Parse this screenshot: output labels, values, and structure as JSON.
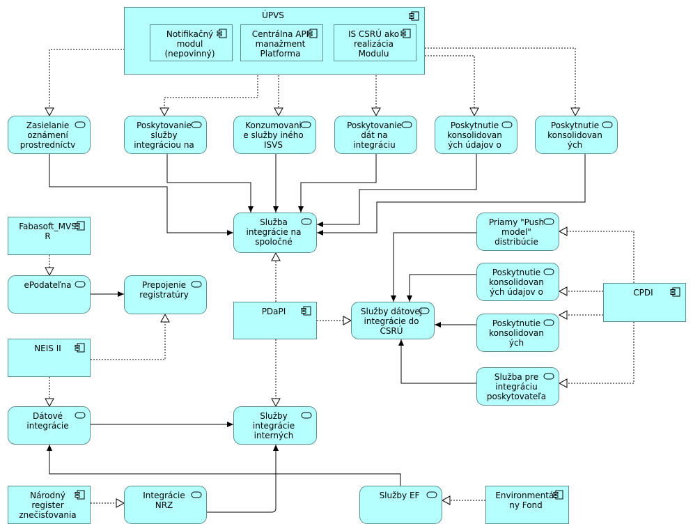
{
  "nodes": {
    "upvs": "ÚPVS",
    "notif": "Notifikačný\nmodul\n(nepovinný)",
    "capi": "Centrálna API\nmanažment\nPlatforma",
    "iscsru": "IS CSRÚ ako\nrealizácia\nModulu",
    "zasielanie": "Zasielanie\noznámení\nprostredníctv",
    "poskytovanie_sluzby": "Poskytovanie\nslužby\nintegráciou na",
    "konzumovanie": "Konzumovani\ne služby iného\nISVS",
    "poskytovanie_dat": "Poskytovanie\ndát na\nintegráciu",
    "konsolid1": "Poskytnutie\nkonsolidovan\ných údajov o",
    "konsolid2": "Poskytnutie\nkonsolidovan\ných",
    "sluzba_spolocne": "Služba\nintegrácie na\nspoločné",
    "fabasoft": "Fabasoft_MVS\nR",
    "epodatelna": "ePodateľna",
    "prepojenie": "Prepojenie\nregistratúry",
    "neis": "NEIS II",
    "datove": "Dátové\nintegrácie",
    "pdapi": "PDaPI",
    "sluzby_interne": "Služby\nintegrácie\ninterných",
    "sluzby_csru": "Služby dátovej\nintegrácie do\nCSRÚ",
    "push": "Priamy \"Push\nmodel\"\ndistribúcie",
    "konsolid3": "Poskytnutie\nkonsolidovan\ných údajov o",
    "konsolid4": "Poskytnutie\nkonsolidovan\ných",
    "sluzba_pre": "Služba pre\nintegráciu\nposkytovateľa",
    "cpdi": "CPDI",
    "nrz_comp": "Národný\nregister\nznečisťovania",
    "integracie_nrz": "Integrácie\nNRZ",
    "sluzby_ef": "Služby EF",
    "env_fond": "Environmentál\nny Fond"
  },
  "colors": {
    "fill": "#b5ffff",
    "border": "#5c8e8e",
    "line": "#000000"
  }
}
